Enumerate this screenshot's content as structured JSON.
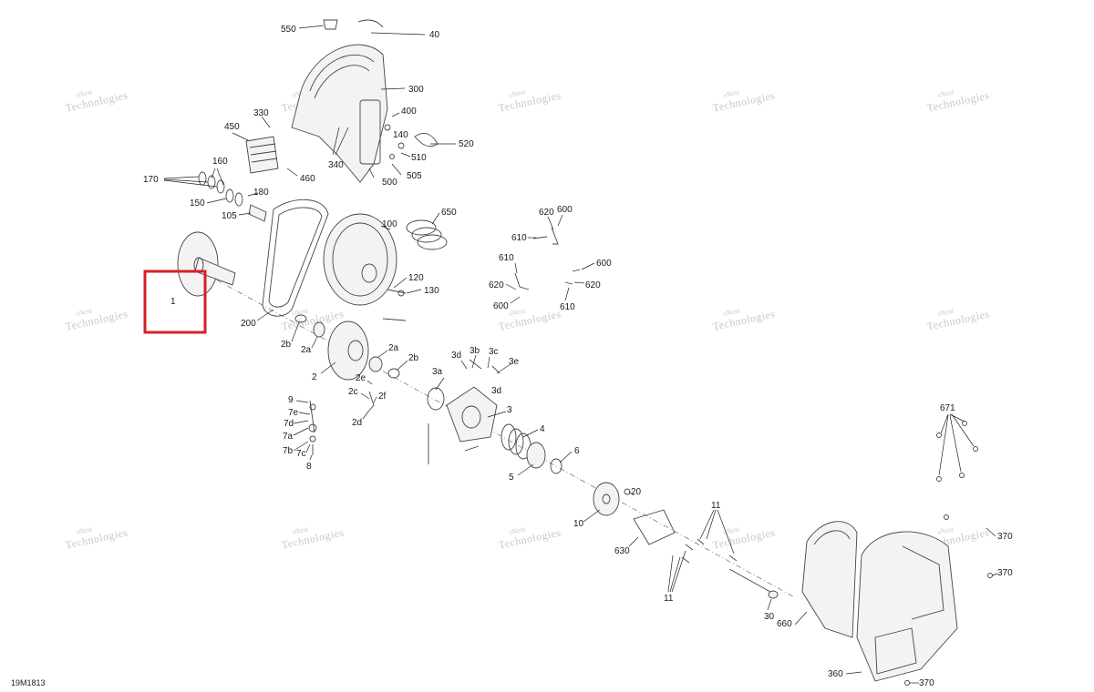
{
  "reference_code": "19M1813",
  "highlight_label": "1",
  "watermark": {
    "small": "vNext",
    "large": "Technologies"
  },
  "callouts": [
    "550",
    "40",
    "300",
    "400",
    "330",
    "450",
    "140",
    "520",
    "510",
    "340",
    "505",
    "500",
    "460",
    "160",
    "170",
    "180",
    "150",
    "105",
    "100",
    "650",
    "620",
    "600",
    "610",
    "200",
    "120",
    "130",
    "2b",
    "2a",
    "2",
    "2e",
    "2c",
    "2f",
    "2d",
    "3d",
    "3b",
    "3c",
    "3e",
    "3a",
    "3",
    "4",
    "5",
    "6",
    "9",
    "7e",
    "7d",
    "7a",
    "7b",
    "7c",
    "8",
    "671",
    "20",
    "10",
    "11",
    "630",
    "30",
    "660",
    "360",
    "370"
  ],
  "colors": {
    "highlight": "#d71f26",
    "line": "#444444",
    "watermark": "#b9b9b9"
  }
}
